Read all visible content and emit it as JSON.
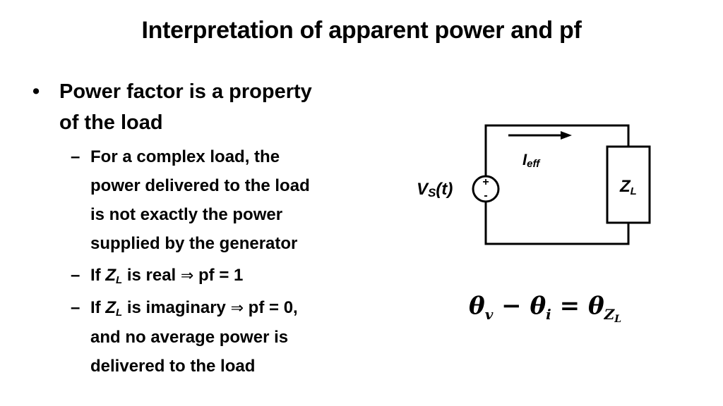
{
  "slide": {
    "title": "Interpretation of apparent power and pf",
    "bullet": {
      "text_line1": "Power factor is a property",
      "text_line2": "of the load"
    },
    "sub_bullets": [
      {
        "lines": [
          "For a complex load, the",
          "power delivered to the load",
          "is not exactly the power",
          "supplied by the generator"
        ]
      },
      {
        "prefix": "If ",
        "var": "Z",
        "var_sub": "L",
        "middle": " is real ",
        "arrow": "⇒",
        "suffix": " pf = 1"
      },
      {
        "prefix": "If ",
        "var": "Z",
        "var_sub": "L",
        "middle": " is imaginary ",
        "arrow": "⇒",
        "suffix": " pf = 0,",
        "line2": "and no average power is",
        "line3": "delivered to the load"
      }
    ]
  },
  "circuit": {
    "source_label_v": "V",
    "source_label_sub": "S",
    "source_label_t": "(t)",
    "plus": "+",
    "minus": "-",
    "current_label": "I",
    "current_sub": "eff",
    "load_label": "Z",
    "load_sub": "L"
  },
  "equation": {
    "theta": "θ",
    "v": "v",
    "minus": " − ",
    "i": "i",
    "equals": " = ",
    "z": "Z",
    "l": "L"
  }
}
